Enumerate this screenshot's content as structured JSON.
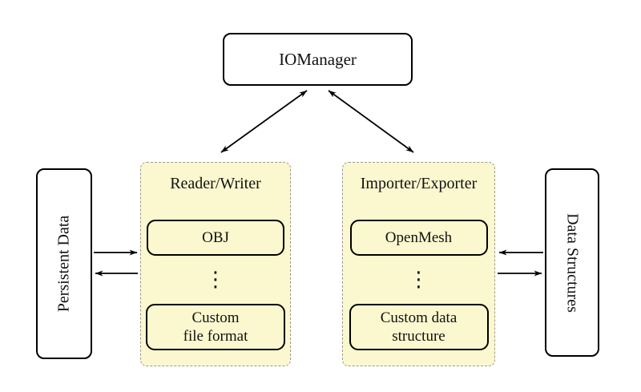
{
  "colors": {
    "background": "#FFFFFF",
    "container_fill": "#FBF8CF",
    "container_border": "#9A9A9A",
    "line_color": "#000000"
  },
  "nodes": {
    "iomanager": {
      "label": "IOManager"
    },
    "persistent_data": {
      "label": "Persistent Data"
    },
    "data_structures": {
      "label": "Data Structures"
    },
    "reader_writer": {
      "title": "Reader/Writer",
      "ellipsis": "⋮",
      "items": [
        {
          "line1": "OBJ",
          "line2": ""
        },
        {
          "line1": "Custom",
          "line2": "file format"
        }
      ]
    },
    "importer_exporter": {
      "title": "Importer/Exporter",
      "ellipsis": "⋮",
      "items": [
        {
          "line1": "OpenMesh",
          "line2": ""
        },
        {
          "line1": "Custom data",
          "line2": "structure"
        }
      ]
    }
  },
  "arrows": {
    "iomanager_reader_writer": "bidirectional",
    "iomanager_importer_exporter": "bidirectional",
    "persistent_to_reader_writer": "right",
    "reader_writer_to_persistent": "left",
    "data_structures_to_importer_exporter": "left",
    "importer_exporter_to_data_structures": "right"
  }
}
